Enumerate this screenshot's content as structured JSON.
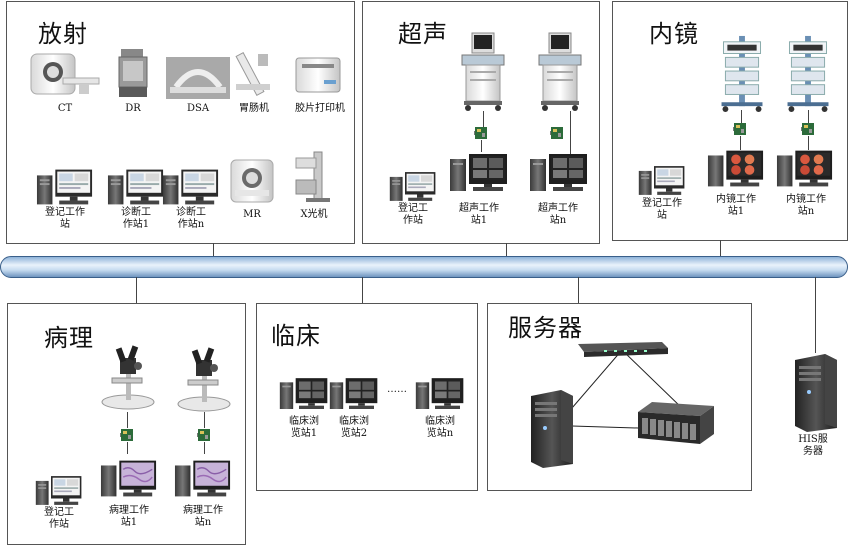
{
  "fangshe": {
    "title": "放射",
    "ct": "CT",
    "dr": "DR",
    "dsa": "DSA",
    "gastro": "胃肠机",
    "film": "胶片打印机",
    "reg": "登记工作\n站",
    "diag1": "诊断工\n作站1",
    "diagn": "诊断工\n作站n",
    "mr": "MR",
    "xray": "X光机"
  },
  "chaosheng": {
    "title": "超声",
    "reg": "登记工\n作站",
    "ws1": "超声工作\n站1",
    "wsn": "超声工作\n站n"
  },
  "neijing": {
    "title": "内镜",
    "reg": "登记工作\n站",
    "ws1": "内镜工作\n站1",
    "wsn": "内镜工作\n站n"
  },
  "bingli": {
    "title": "病理",
    "reg": "登记工\n作站",
    "ws1": "病理工作\n站1",
    "wsn": "病理工作\n站n"
  },
  "linchuang": {
    "title": "临床",
    "b1": "临床浏\n览站1",
    "b2": "临床浏\n览站2",
    "dots": "……",
    "bn": "临床浏\n览站n"
  },
  "fuwuqi": {
    "title": "服务器"
  },
  "his": {
    "label": "HIS服\n务器"
  }
}
